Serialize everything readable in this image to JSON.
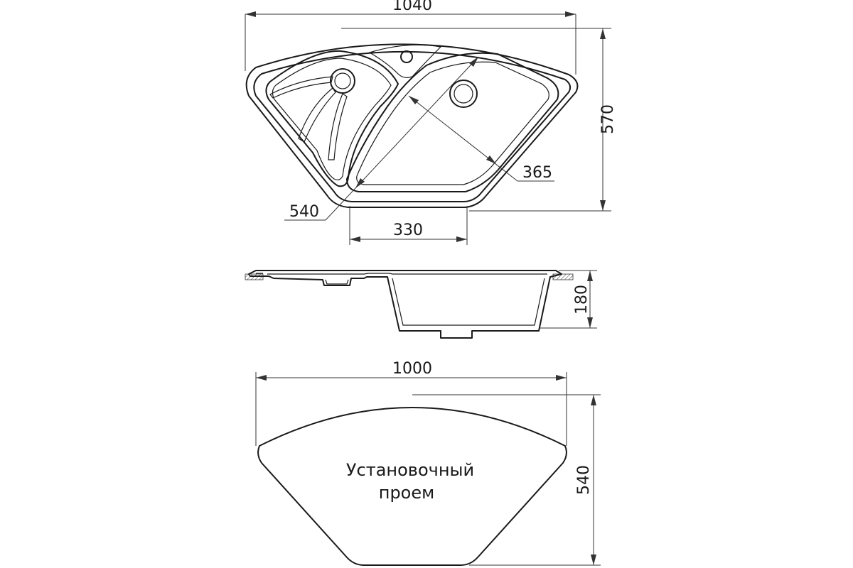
{
  "top_view": {
    "dim_overall_width": "1040",
    "dim_overall_depth": "570",
    "dim_bowl_diagonal": "365",
    "dim_corner_diagonal": "540",
    "dim_front_width": "330"
  },
  "side_view": {
    "dim_depth": "180"
  },
  "cutout_view": {
    "dim_width": "1000",
    "dim_depth": "540",
    "label_line1": "Установочный",
    "label_line2": "проем"
  }
}
